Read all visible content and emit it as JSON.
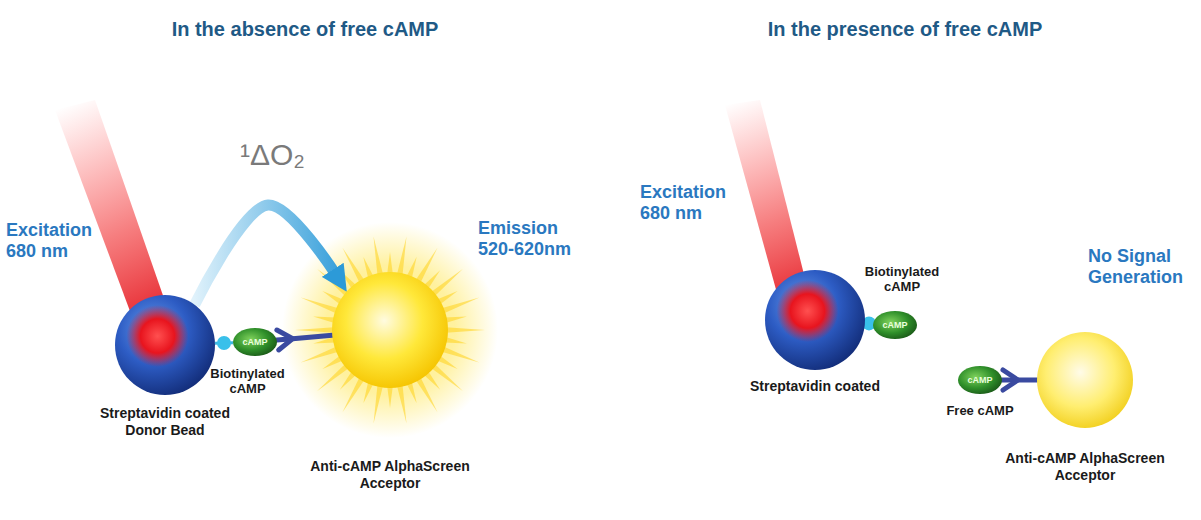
{
  "diagram": {
    "nodes": [
      {
        "text": [
          "Streptavidin coated Donor Bead"
        ]
      },
      {
        "text": [
          "cAMP"
        ]
      },
      {
        "text": [
          "Anti-cAMP AlphaScreen Acceptor"
        ]
      },
      {
        "text": [
          "Streptavidin coated"
        ]
      },
      {
        "text": [
          "cAMP"
        ]
      },
      {
        "text": [
          "cAMP"
        ]
      },
      {
        "text": [
          "Anti-cAMP AlphaScreen Acceptor"
        ]
      }
    ],
    "edges": [
      {
        "from": 0,
        "to": 2,
        "label": "¹ΔO₂",
        "arrow": "to"
      },
      {
        "from": 0,
        "to": 1,
        "arrow": "none"
      },
      {
        "from": 1,
        "to": 2,
        "arrow": "none"
      },
      {
        "from": 3,
        "to": 4,
        "arrow": "none"
      },
      {
        "from": 5,
        "to": 6,
        "arrow": "none"
      }
    ],
    "labels": [
      "In the absence of free cAMP",
      "In the presence of free cAMP",
      "Excitation 680 nm",
      "Emission 520-620nm",
      "Biotinylated cAMP",
      "Excitation 680 nm",
      "Biotinylated cAMP",
      "Free cAMP",
      "No Signal Generation"
    ]
  }
}
